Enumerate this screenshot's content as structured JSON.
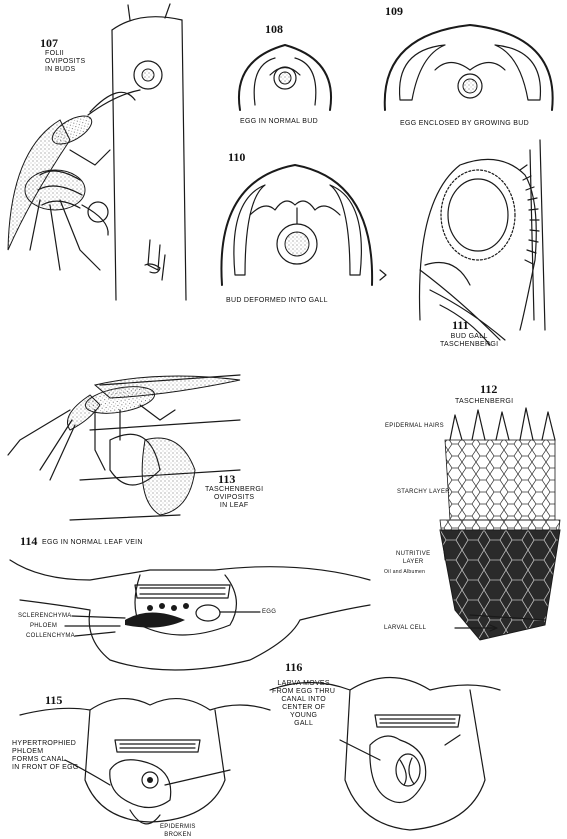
{
  "figures": [
    {
      "number": "107",
      "caption": "FOLII\nOVIPOSITS\nIN BUDS"
    },
    {
      "number": "108",
      "caption": "EGG IN NORMAL BUD"
    },
    {
      "number": "109",
      "caption": "EGG ENCLOSED BY GROWING BUD"
    },
    {
      "number": "110",
      "caption": "BUD DEFORMED INTO GALL"
    },
    {
      "number": "111",
      "caption": "BUD GALL\nTASCHENBERGI"
    },
    {
      "number": "112",
      "caption": "TASCHENBERGI"
    },
    {
      "number": "113",
      "caption": "TASCHENBERGI\nOVIPOSITS\nIN LEAF"
    },
    {
      "number": "114",
      "caption": "EGG IN NORMAL LEAF VEIN"
    },
    {
      "number": "115",
      "caption": "HYPERTROPHIED\nPHLOEM\nFORMS CANAL\nIN FRONT OF EGG"
    },
    {
      "number": "116",
      "caption": "LARVA MOVES\nFROM EGG THRU\nCANAL INTO\nCENTER OF\nYOUNG\nGALL"
    }
  ],
  "labels_112": {
    "epidermal_hairs": "EPIDERMAL HAIRS",
    "starchy_layer": "STARCHY LAYER",
    "nutritive_layer": "NUTRITIVE\nLAYER",
    "oil_albumen": "Oil and Albumen",
    "larval_cell": "LARVAL CELL"
  },
  "labels_114": {
    "sclerenchyma": "SCLERENCHYMA",
    "phloem": "PHLOEM",
    "collenchyma": "COLLENCHYMA",
    "egg": "EGG"
  },
  "labels_115": {
    "epidermis_broken": "EPIDERMIS\nBROKEN"
  }
}
